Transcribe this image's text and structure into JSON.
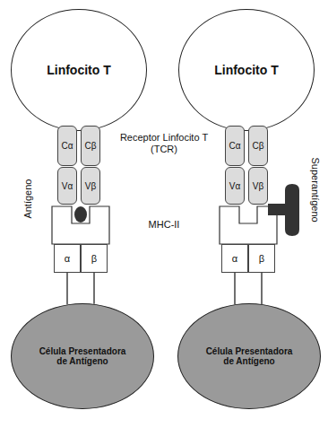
{
  "diagram": {
    "nodes": [
      {
        "text": [
          "Linfocito T"
        ]
      },
      {
        "text": [
          "Linfocito T"
        ]
      },
      {
        "text": [
          "Cα"
        ]
      },
      {
        "text": [
          "Cβ"
        ]
      },
      {
        "text": [
          "Cα"
        ]
      },
      {
        "text": [
          "Cβ"
        ]
      },
      {
        "text": [
          "Vα"
        ]
      },
      {
        "text": [
          "Vβ"
        ]
      },
      {
        "text": [
          "Vα"
        ]
      },
      {
        "text": [
          "Vβ"
        ]
      },
      {
        "text": [
          "α"
        ]
      },
      {
        "text": [
          "β"
        ]
      },
      {
        "text": [
          "α"
        ]
      },
      {
        "text": [
          "β"
        ]
      },
      {
        "text": [
          "Célula Presentadora de Antígeno"
        ]
      },
      {
        "text": [
          "Célula Presentadora de Antígeno"
        ]
      }
    ],
    "edges": [
      {
        "from": 10,
        "to": 14,
        "arrow": "none"
      },
      {
        "from": 11,
        "to": 14,
        "arrow": "none"
      },
      {
        "from": 12,
        "to": 15,
        "arrow": "none"
      },
      {
        "from": 13,
        "to": 15,
        "arrow": "none"
      }
    ],
    "labels": [
      "Receptor Linfocito T (TCR)",
      "Antígeno",
      "MHC-II",
      "Superantígeno"
    ]
  }
}
